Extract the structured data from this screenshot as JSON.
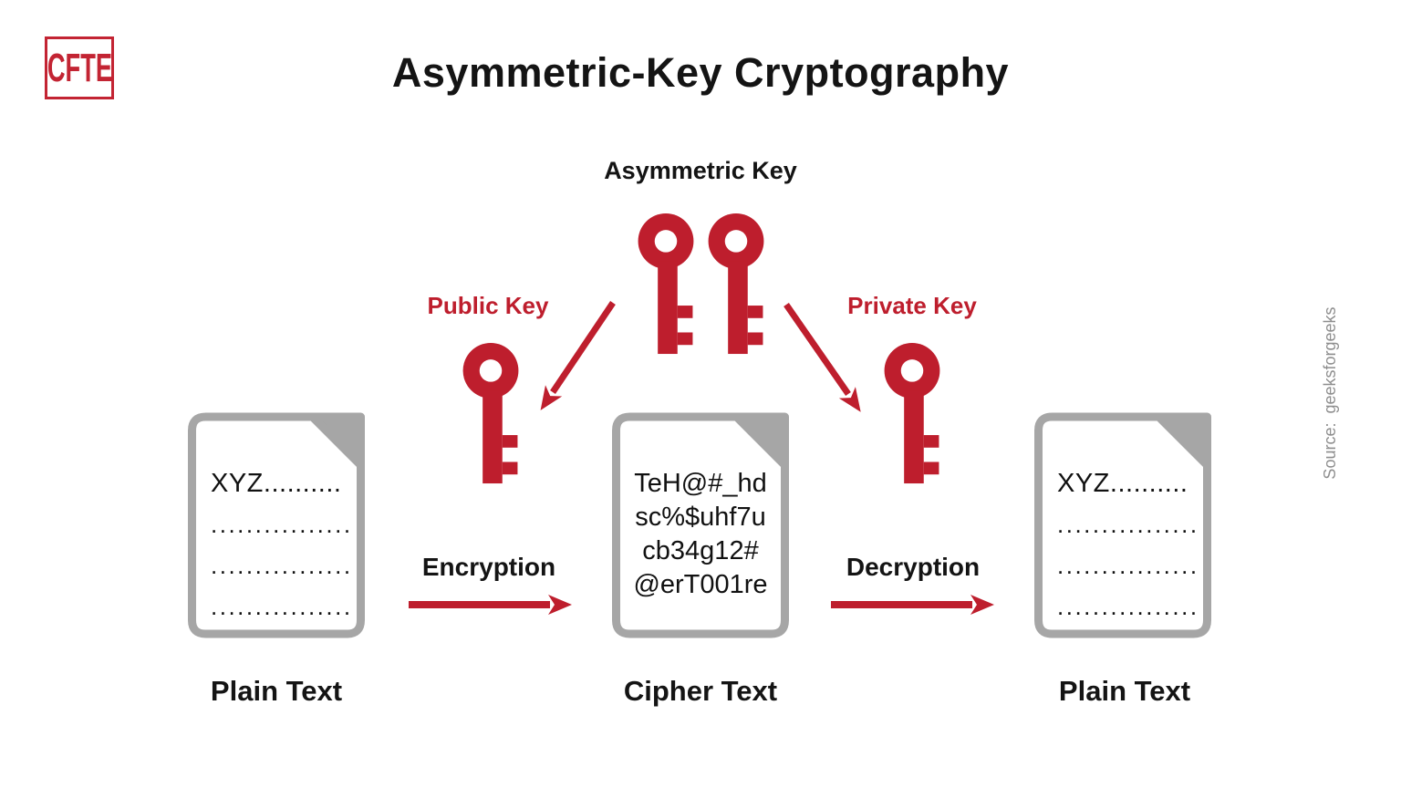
{
  "title": {
    "text": "Asymmetric-Key Cryptography"
  },
  "logo": {
    "text": "CFTE"
  },
  "key_group": {
    "label": "Asymmetric Key"
  },
  "public_key": {
    "label": "Public Key"
  },
  "private_key": {
    "label": "Private Key"
  },
  "processes": {
    "encryption": {
      "label": "Encryption"
    },
    "decryption": {
      "label": "Decryption"
    }
  },
  "documents": {
    "plain_left": {
      "caption": "Plain Text",
      "lines": [
        "XYZ..........",
        "................",
        "................",
        "................"
      ]
    },
    "cipher": {
      "caption": "Cipher Text",
      "lines": [
        "TeH@#_hd",
        "sc%$uhf7u",
        "cb34g12#",
        "@erT001re"
      ]
    },
    "plain_right": {
      "caption": "Plain Text",
      "lines": [
        "XYZ..........",
        "................",
        "................",
        "................"
      ]
    }
  },
  "source_note": {
    "text": "Source:  geeksforgeeks"
  },
  "colors": {
    "red": "#be1e2d",
    "logo_red": "#c32433",
    "doc_gray": "#a6a6a6",
    "ink": "#141414",
    "source_gray": "#8e8e8e",
    "background": "#ffffff"
  }
}
